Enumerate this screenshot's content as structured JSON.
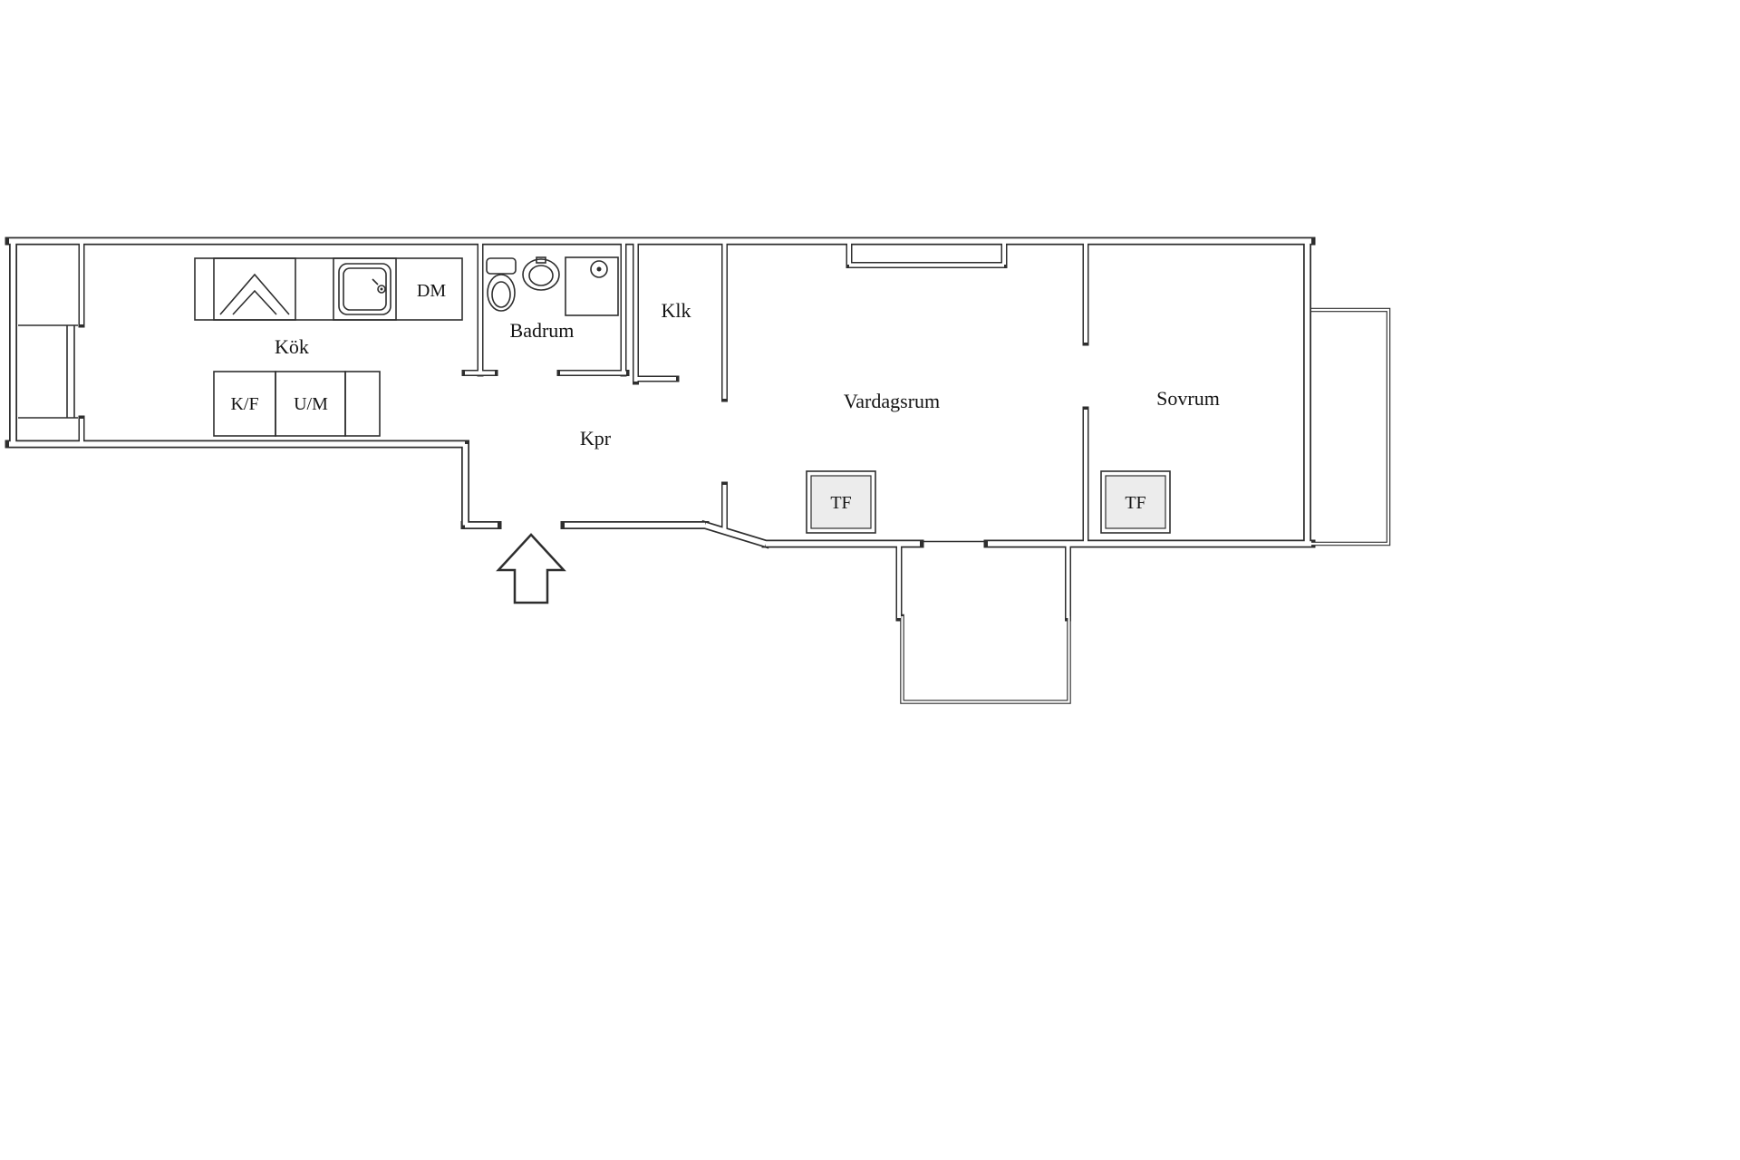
{
  "floorplan": {
    "colors": {
      "background": "#ffffff",
      "wall": "#2e2e2e",
      "text": "#141414",
      "tf_fill": "#ececec"
    },
    "rooms": {
      "kitchen": "Kök",
      "bathroom": "Badrum",
      "closet": "Klk",
      "hallway": "Kpr",
      "living_room": "Vardagsrum",
      "bedroom": "Sovrum"
    },
    "appliances": {
      "dishwasher": "DM",
      "fridge_freezer": "K/F",
      "oven_microwave": "U/M"
    },
    "markers": {
      "tf_living_room": "TF",
      "tf_bedroom": "TF"
    },
    "icons": {
      "stove_hood": "double-chevron",
      "sink": "rounded-square-with-faucet",
      "toilet": "tank-and-bowl-ellipse",
      "washbasin": "oval-with-tap",
      "shower": "square-with-head-circle",
      "entrance_arrow": "up-arrow-outline",
      "window_left_bay": "parallel-lines",
      "balcony_bottom": "thin-double-line-rail",
      "balcony_right": "thin-double-line-rail"
    }
  }
}
